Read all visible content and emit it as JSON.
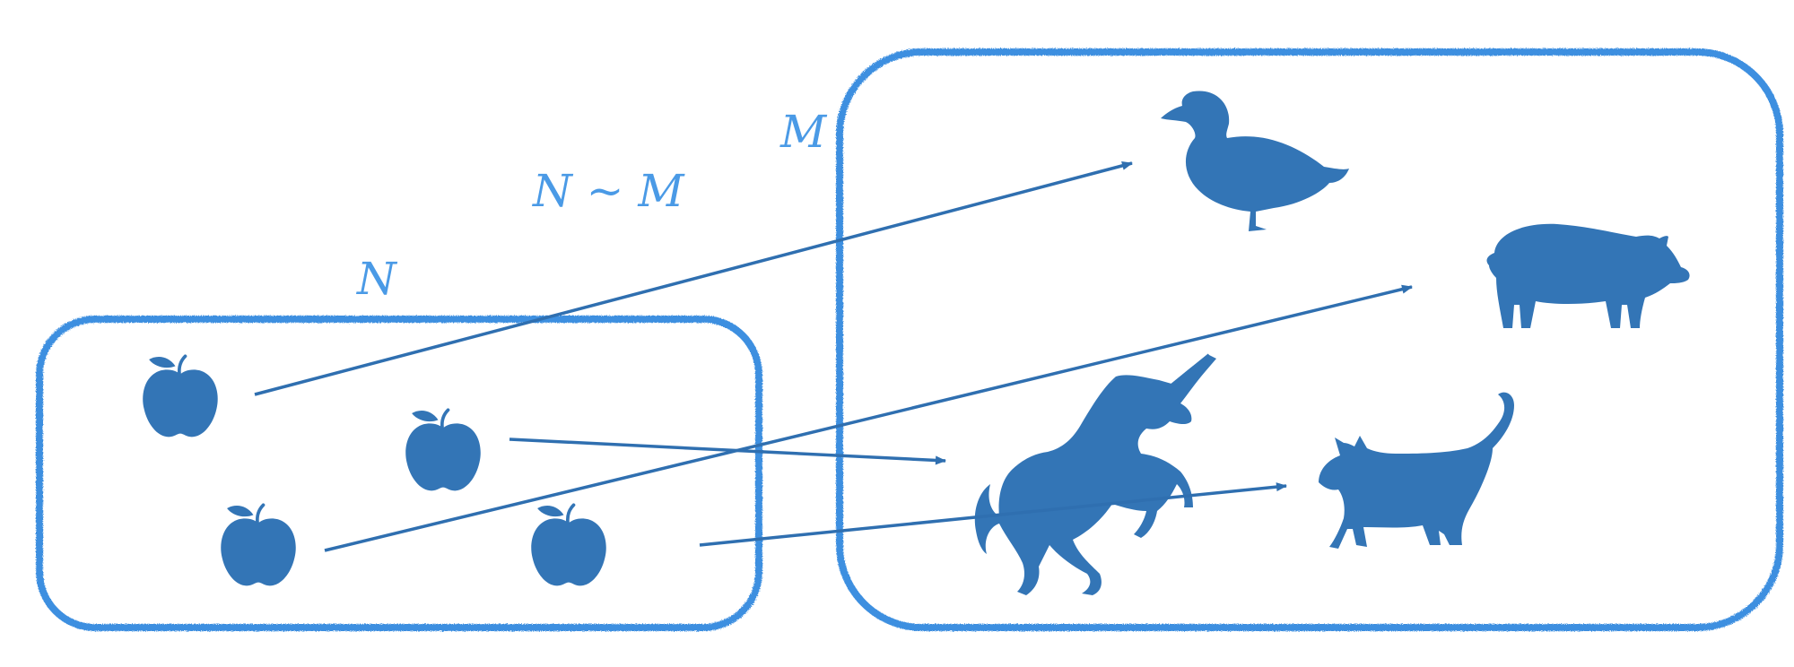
{
  "colors": {
    "set_border": "#3d8fe0",
    "label": "#4a9ae6",
    "icon": "#3375b6",
    "arrow": "#2f6fb0"
  },
  "labels": {
    "set_n": "N",
    "set_m": "M",
    "relation": "N ~ M"
  },
  "icons": {
    "domain": [
      "apple-icon",
      "apple-icon",
      "apple-icon",
      "apple-icon"
    ],
    "codomain": [
      "duck-icon",
      "pig-icon",
      "unicorn-icon",
      "cat-icon"
    ]
  },
  "mapping": [
    {
      "from": "apple-1",
      "to": "duck"
    },
    {
      "from": "apple-2",
      "to": "unicorn"
    },
    {
      "from": "apple-3",
      "to": "pig"
    },
    {
      "from": "apple-4",
      "to": "cat"
    }
  ]
}
